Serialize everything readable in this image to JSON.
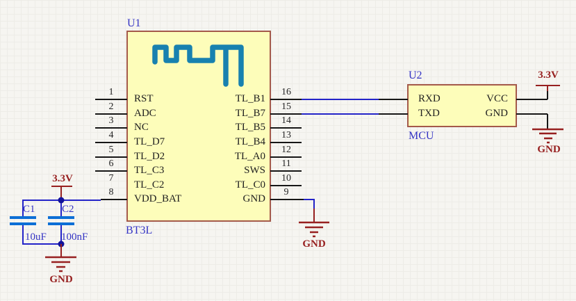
{
  "u1": {
    "designator": "U1",
    "comment": "BT3L",
    "left_pins": [
      {
        "num": "1",
        "name": "RST"
      },
      {
        "num": "2",
        "name": "ADC"
      },
      {
        "num": "3",
        "name": "NC"
      },
      {
        "num": "4",
        "name": "TL_D7"
      },
      {
        "num": "5",
        "name": "TL_D2"
      },
      {
        "num": "6",
        "name": "TL_C3"
      },
      {
        "num": "7",
        "name": "TL_C2"
      },
      {
        "num": "8",
        "name": "VDD_BAT"
      }
    ],
    "right_pins": [
      {
        "num": "16",
        "name": "TL_B1"
      },
      {
        "num": "15",
        "name": "TL_B7"
      },
      {
        "num": "14",
        "name": "TL_B5"
      },
      {
        "num": "13",
        "name": "TL_B4"
      },
      {
        "num": "12",
        "name": "TL_A0"
      },
      {
        "num": "11",
        "name": "SWS"
      },
      {
        "num": "10",
        "name": "TL_C0"
      },
      {
        "num": "9",
        "name": "GND"
      }
    ]
  },
  "u2": {
    "designator": "U2",
    "comment": "MCU",
    "left_pins": [
      {
        "name": "RXD"
      },
      {
        "name": "TXD"
      }
    ],
    "right_pins": [
      {
        "name": "VCC"
      },
      {
        "name": "GND"
      }
    ]
  },
  "c1": {
    "designator": "C1",
    "value": "10uF"
  },
  "c2": {
    "designator": "C2",
    "value": "100nF"
  },
  "power": {
    "rail_caps": "3.3V",
    "rail_mcu": "3.3V",
    "gnd_caps": "GND",
    "gnd_u1": "GND",
    "gnd_mcu": "GND"
  },
  "colors": {
    "body_fill": "#fdfdba",
    "body_border": "#a4594a",
    "wire_blue": "#2323c8",
    "junction_blue": "#12129a",
    "wire_black": "#161616",
    "power_red": "#972020",
    "designator_blue": "#3434c4",
    "cap_blue": "#0c6fd6",
    "logo_teal": "#1881af",
    "pin_text": "#1f1f1f"
  }
}
